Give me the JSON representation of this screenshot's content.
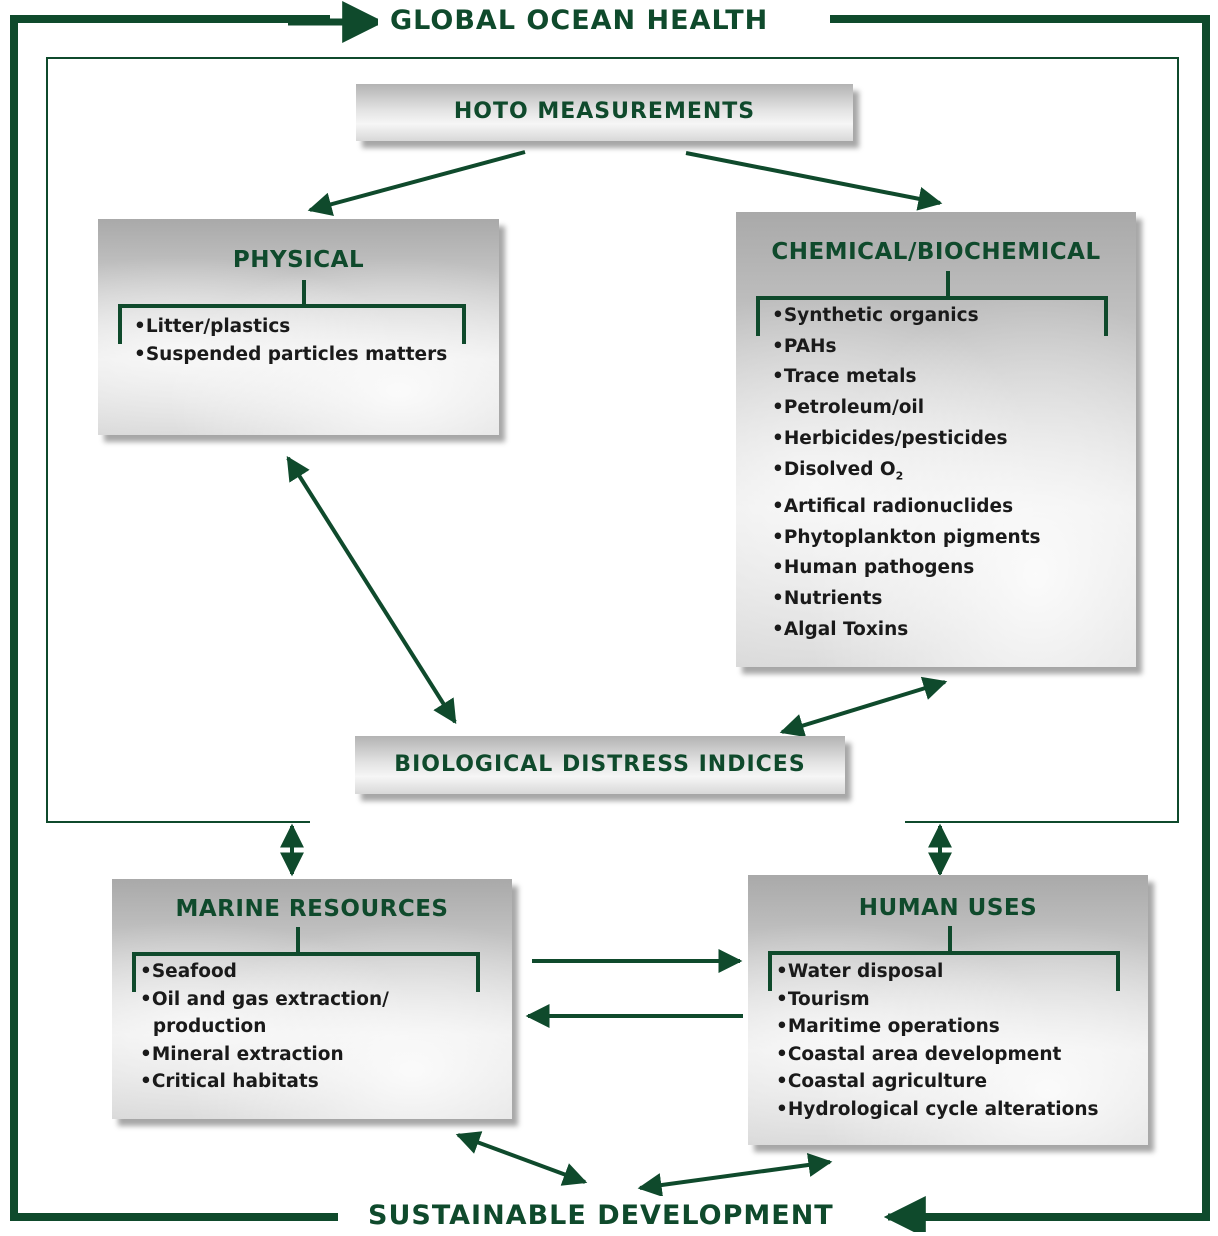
{
  "colors": {
    "accent": "#0f4a2c",
    "text": "#1a1a1a"
  },
  "top_banner": "GLOBAL OCEAN HEALTH",
  "bottom_banner": "SUSTAINABLE DEVELOPMENT",
  "hoto": {
    "title": "HOTO MEASUREMENTS"
  },
  "physical": {
    "title": "PHYSICAL",
    "items": [
      "Litter/plastics",
      "Suspended particles matters"
    ]
  },
  "chemical": {
    "title": "CHEMICAL/BIOCHEMICAL",
    "items": [
      "Synthetic organics",
      "PAHs",
      "Trace metals",
      "Petroleum/oil",
      "Herbicides/pesticides",
      "Disolved O",
      "Artifical radionuclides",
      "Phytoplankton pigments",
      "Human pathogens",
      "Nutrients",
      "Algal Toxins"
    ],
    "disolved_subscript": "2"
  },
  "bio": {
    "title": "BIOLOGICAL DISTRESS INDICES"
  },
  "marine": {
    "title": "MARINE RESOURCES",
    "items": [
      "Seafood",
      "Oil and gas extraction/",
      "production",
      "Mineral extraction",
      "Critical habitats"
    ]
  },
  "human": {
    "title": "HUMAN USES",
    "items": [
      "Water disposal",
      "Tourism",
      "Maritime operations",
      "Coastal area development",
      "Coastal agriculture",
      "Hydrological cycle alterations"
    ]
  }
}
